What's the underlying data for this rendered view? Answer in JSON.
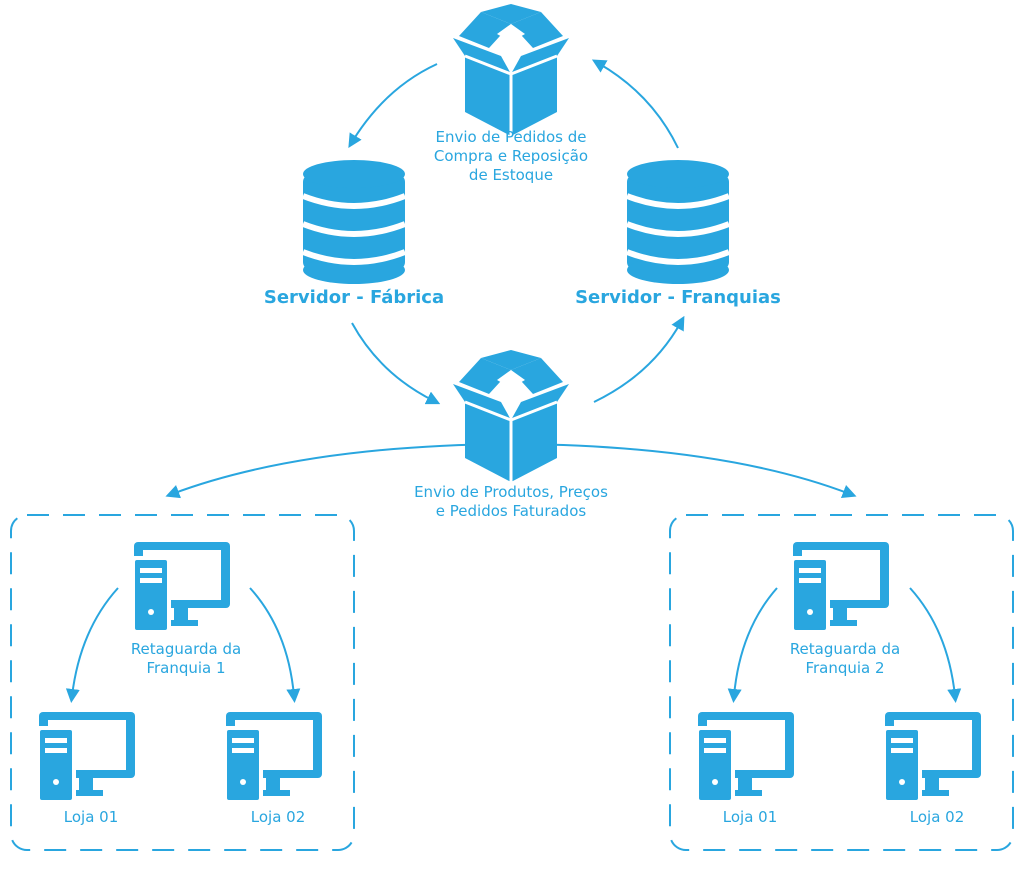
{
  "colors": {
    "accent": "#29a6df",
    "icon": "#29a6df",
    "background": "#ffffff"
  },
  "top_package": {
    "icon": "open-box-icon",
    "caption_lines": [
      "Envio de Pedidos de",
      "Compra e Reposição",
      "de Estoque"
    ]
  },
  "servers": {
    "factory": {
      "icon": "database-icon",
      "label": "Servidor - Fábrica"
    },
    "franchises": {
      "icon": "database-icon",
      "label": "Servidor - Franquias"
    }
  },
  "middle_package": {
    "icon": "open-box-icon",
    "caption_lines": [
      "Envio de Produtos, Preços",
      "e Pedidos Faturados"
    ]
  },
  "franchise_groups": [
    {
      "backoffice_lines": [
        "Retaguarda da",
        "Franquia 1"
      ],
      "stores": [
        "Loja 01",
        "Loja 02"
      ]
    },
    {
      "backoffice_lines": [
        "Retaguarda da",
        "Franquia 2"
      ],
      "stores": [
        "Loja 01",
        "Loja 02"
      ]
    }
  ]
}
